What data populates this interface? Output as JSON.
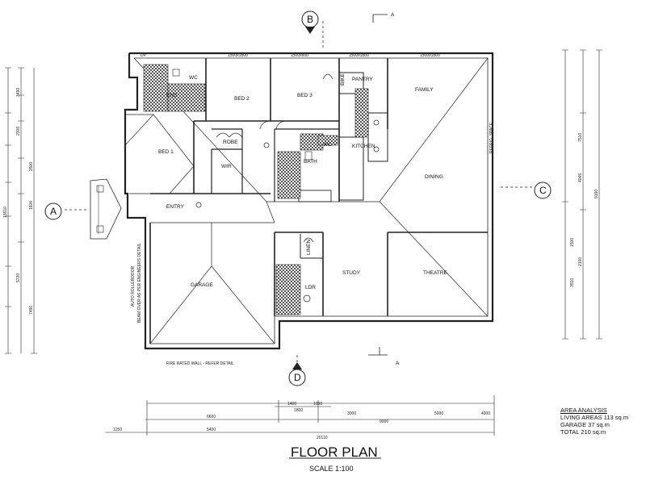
{
  "title": "FLOOR PLAN",
  "scale": "SCALE 1:100",
  "section_markers": {
    "b": "B",
    "a": "A",
    "c": "C",
    "d": "D"
  },
  "section_arrows": {
    "top": "A",
    "bottom": "A"
  },
  "rooms": {
    "bed1": "BED 1",
    "bed2": "BED 2",
    "bed3": "BED 3",
    "family": "FAMILY",
    "dining": "DINING",
    "kitchen": "KITCHEN",
    "garage": "GARAGE",
    "study": "STUDY",
    "theatre": "THEATRE",
    "entry": "ENTRY",
    "robe": "ROBE",
    "wir": "WIR",
    "wc_top": "WC",
    "wc_bot": "WC",
    "bath": "BATH",
    "ens": "ENS",
    "linen": "LINEN",
    "pantry": "PANTRY",
    "ldr": "LDR",
    "bike": "BIKE"
  },
  "notes": {
    "firewall": "FIRE RATED WALL - REFER DETAIL",
    "roller": "AUTO ROLLERDOOR",
    "beam": "BEAM OVER AS PER ENGINEERS DETAIL",
    "refrig": "REFRIG. SPACE",
    "dp": "DP"
  },
  "area_analysis": {
    "heading": "AREA ANALYSIS",
    "living": "LIVING AREAS 113 sq.m",
    "garage": "GARAGE 37 sq.m",
    "total": "TOTAL 210 sq.m"
  },
  "dims": {
    "top": [
      "1500x1800",
      "1500x600",
      "1500x1800",
      "1500x1800"
    ],
    "bottom_row1": [
      "1400",
      "1800",
      "1000"
    ],
    "bottom_row2": [
      "6600",
      "3000",
      "5000",
      "4000"
    ],
    "bottom_row3": [
      "1250",
      "5400",
      "9000"
    ],
    "bottom_total": "20110",
    "right": [
      "7510",
      "4045",
      "9190",
      "3510",
      "1500",
      "2100"
    ],
    "left": [
      "3490",
      "2300",
      "2500",
      "1600",
      "5720",
      "7490",
      "13610"
    ]
  }
}
